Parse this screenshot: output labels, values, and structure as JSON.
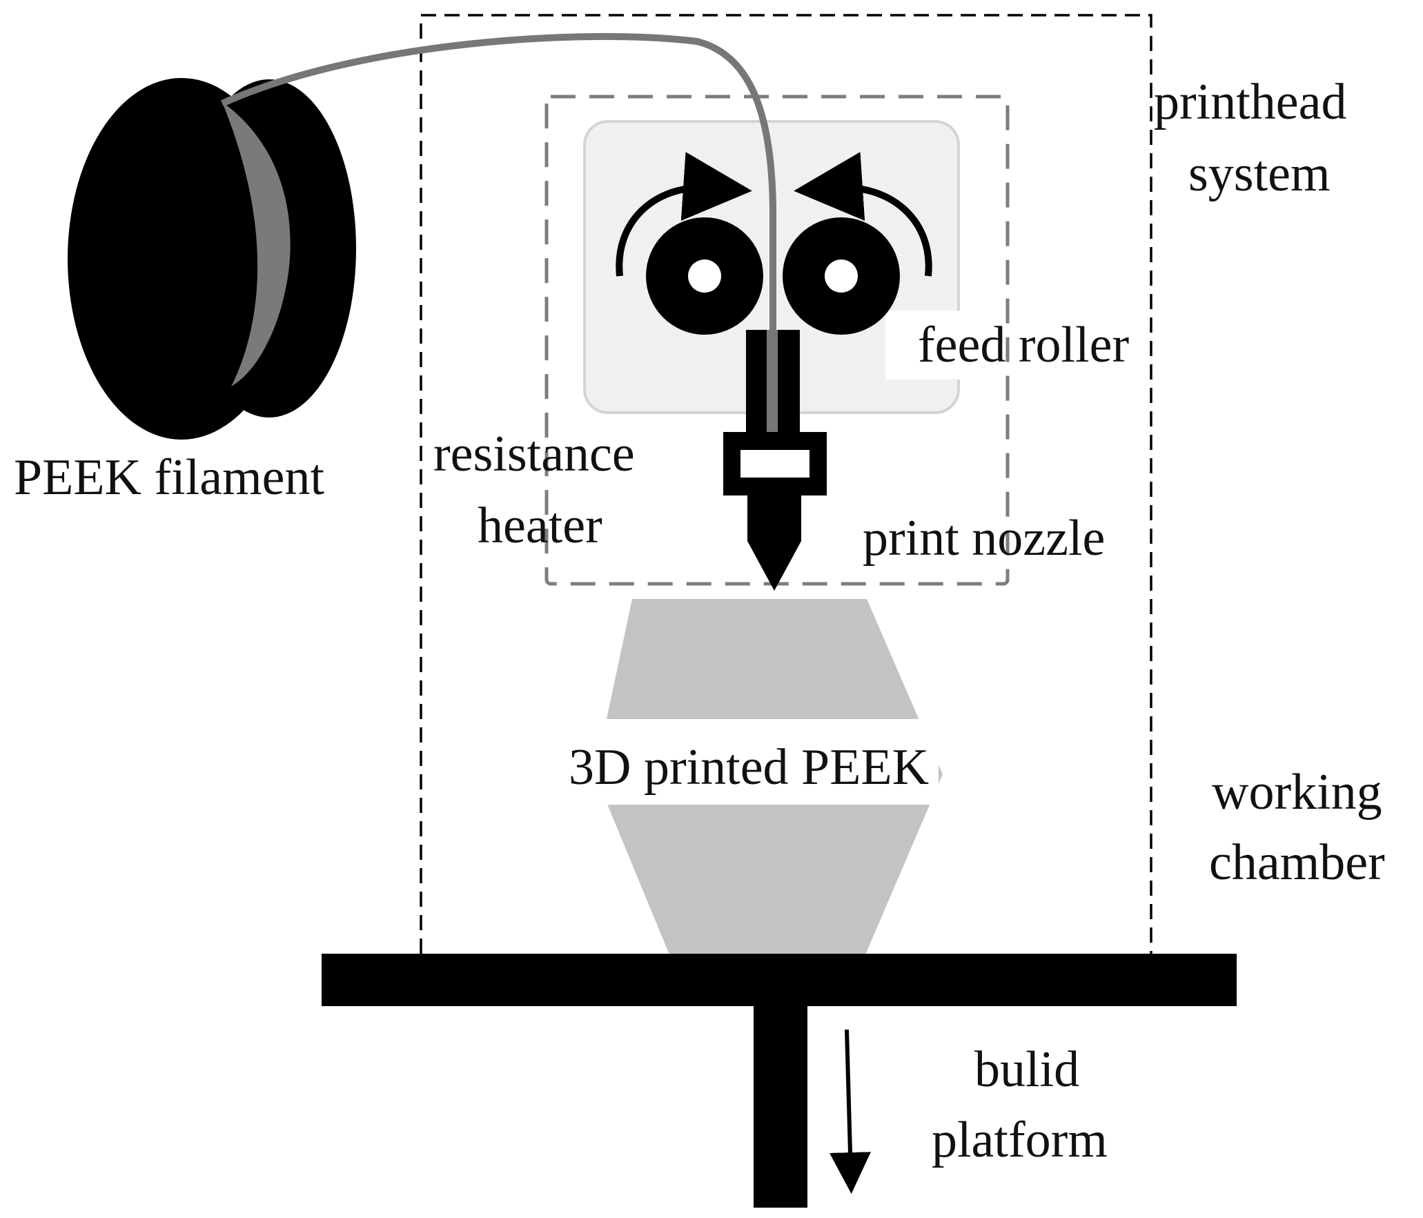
{
  "diagram": {
    "labels": {
      "filament": "PEEK filament",
      "printhead_1": "printhead",
      "printhead_2": "system",
      "feed_roller": "feed roller",
      "heater_1": "resistance",
      "heater_2": "heater",
      "nozzle": "print nozzle",
      "part": "3D printed PEEK",
      "chamber_1": "working",
      "chamber_2": "chamber",
      "platform_1": "bulid",
      "platform_2": "platform"
    },
    "colors": {
      "ink": "#000000",
      "filament_grey": "#7a7a7a",
      "roller_panel": "#f0f0f0",
      "panel_border": "#d4d4d4",
      "part_grey": "#c3c3c3",
      "dash_grey": "#7d7d7d"
    }
  }
}
